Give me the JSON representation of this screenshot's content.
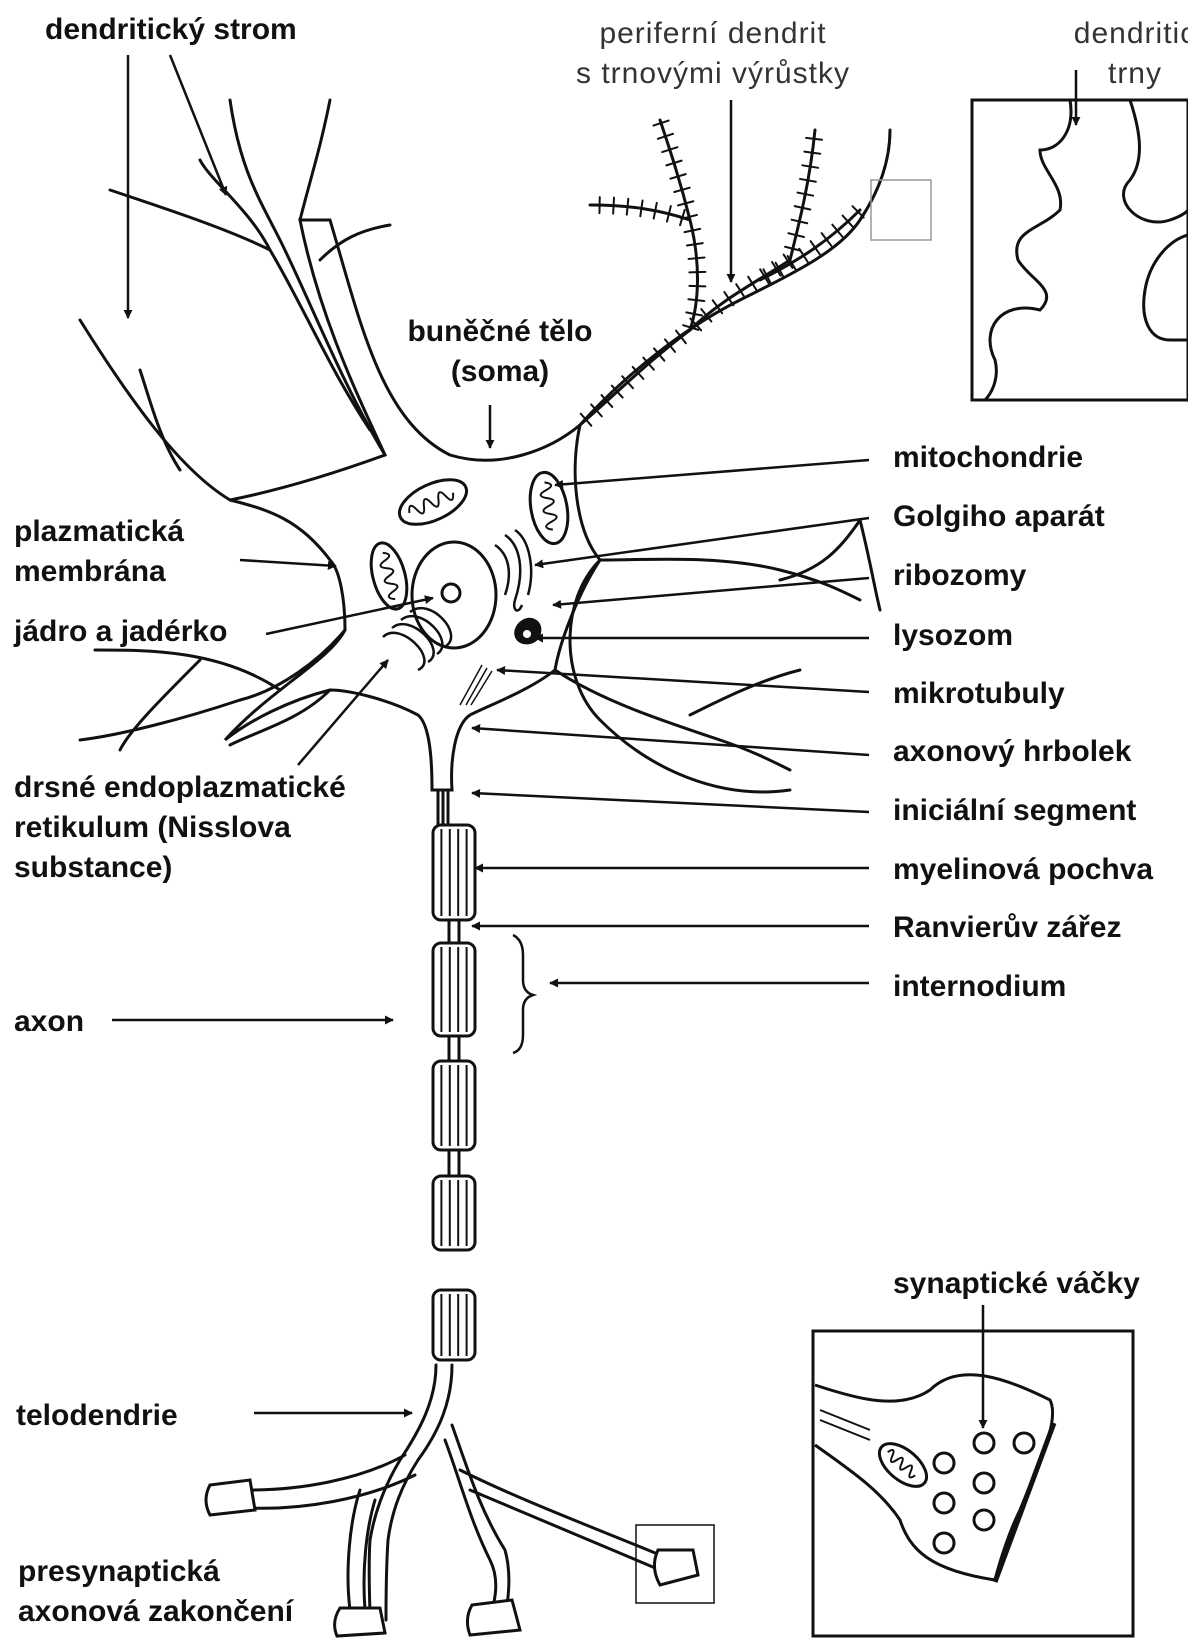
{
  "labels": {
    "dendritic_tree": "dendritický strom",
    "peripheral_dendrite": [
      "periferní dendrit",
      "s trnovými výrůstky"
    ],
    "dendritic_spines": [
      "dendritic",
      "trny"
    ],
    "soma": [
      "buněčné tělo",
      "(soma)"
    ],
    "mitochondria": "mitochondrie",
    "golgi": "Golgiho aparát",
    "ribosomes": "ribozomy",
    "lysosome": "lysozom",
    "microtubules": "mikrotubuly",
    "axon_hillock": "axonový hrbolek",
    "initial_segment": "iniciální segment",
    "myelin_sheath": "myelinová pochva",
    "node_of_ranvier": "Ranvierův zářez",
    "internode": "internodium",
    "plasma_membrane": [
      "plazmatická",
      "membrána"
    ],
    "nucleus": "jádro a jadérko",
    "rough_er": [
      "drsné endoplazmatické",
      "retikulum (Nisslova",
      "substance)"
    ],
    "axon": "axon",
    "telodendria": "telodendrie",
    "synaptic_vesicles": "synaptické váčky",
    "presynaptic_terminals": [
      "presynaptická",
      "axonová zakončení"
    ]
  },
  "colors": {
    "ink": "#111111",
    "paper": "#ffffff",
    "faint": "#9a9a9a"
  }
}
